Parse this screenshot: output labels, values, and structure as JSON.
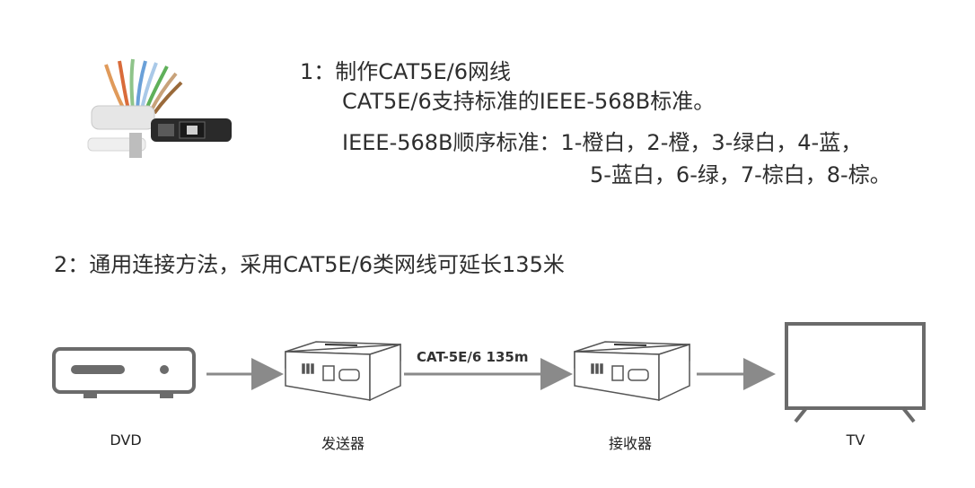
{
  "step1": {
    "title": "1：制作CAT5E/6网线",
    "line1": "CAT5E/6支持标准的IEEE-568B标准。",
    "line2": "IEEE-568B顺序标准：1-橙白，2-橙，3-绿白，4-蓝，",
    "line3": "5-蓝白，6-绿，7-棕白，8-棕。"
  },
  "step2": {
    "title": "2：通用连接方法，采用CAT5E/6类网线可延长135米"
  },
  "diagram": {
    "cable_label": "CAT-5E/6 135m",
    "devices": [
      {
        "key": "dvd",
        "label": "DVD"
      },
      {
        "key": "transmitter",
        "label": "发送器"
      },
      {
        "key": "receiver",
        "label": "接收器"
      },
      {
        "key": "tv",
        "label": "TV"
      }
    ]
  },
  "colors": {
    "icon_stroke": "#6b6b6b",
    "arrow": "#8a8a8a",
    "text": "#2e2e2e"
  }
}
